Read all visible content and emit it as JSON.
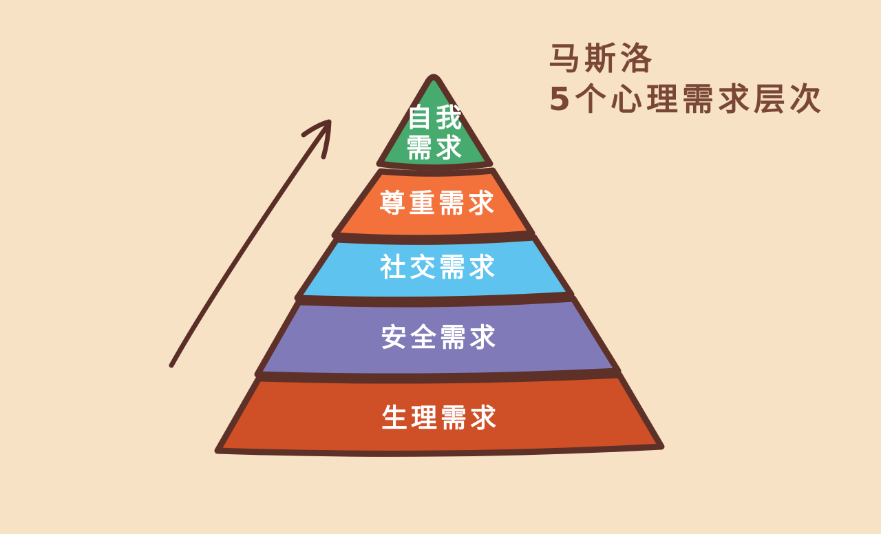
{
  "background": "#f7e2c6",
  "outline_color": "#5e3128",
  "title": {
    "line1": "马斯洛",
    "line2": "5个心理需求层次",
    "color": "#7a4635"
  },
  "pyramid": {
    "text_color": "#ffffff",
    "levels": [
      {
        "rank": 1,
        "name": "self-actualization",
        "label": "自我需求",
        "lines": [
          "自我",
          "需求"
        ],
        "color": "#47aa6e"
      },
      {
        "rank": 2,
        "name": "esteem",
        "label": "尊重需求",
        "color": "#f3713a"
      },
      {
        "rank": 3,
        "name": "social",
        "label": "社交需求",
        "color": "#5ec3ef"
      },
      {
        "rank": 4,
        "name": "safety",
        "label": "安全需求",
        "color": "#817ab9"
      },
      {
        "rank": 5,
        "name": "physiological",
        "label": "生理需求",
        "color": "#cf4f27"
      }
    ]
  },
  "arrow": {
    "direction": "up-right",
    "color": "#5a2e27"
  }
}
